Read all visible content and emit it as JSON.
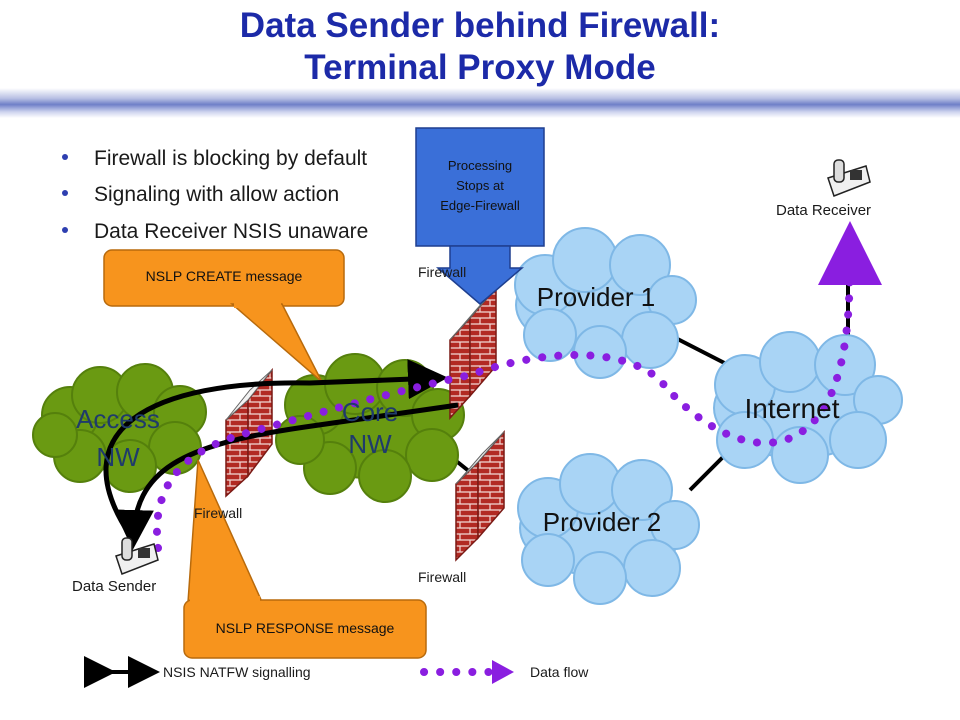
{
  "slide": {
    "title_line1": "Data Sender behind Firewall:",
    "title_line2": "Terminal Proxy Mode"
  },
  "bullets": [
    "Firewall is blocking by default",
    "Signaling with allow action",
    "Data Receiver NSIS unaware"
  ],
  "callouts": {
    "create": "NSLP CREATE message",
    "response": "NSLP RESPONSE message",
    "processing_line1": "Processing",
    "processing_line2": "Stops at",
    "processing_line3": "Edge-Firewall"
  },
  "clouds": {
    "access_line1": "Access",
    "access_line2": "NW",
    "core_line1": "Core",
    "core_line2": "NW",
    "provider1": "Provider 1",
    "provider2": "Provider 2",
    "internet": "Internet"
  },
  "labels": {
    "firewall": "Firewall",
    "data_sender": "Data Sender",
    "data_receiver": "Data Receiver"
  },
  "legend": {
    "signalling": "NSIS NATFW signalling",
    "data_flow": "Data flow"
  },
  "colors": {
    "title": "#1c2aa8",
    "access_cloud": "#6a9a12",
    "provider_cloud": "#a9d4f5",
    "callout_orange": "#f7941d",
    "callout_blue": "#3a6fd8",
    "data_flow": "#8a1ee0",
    "firewall_brick": "#b22a23"
  }
}
